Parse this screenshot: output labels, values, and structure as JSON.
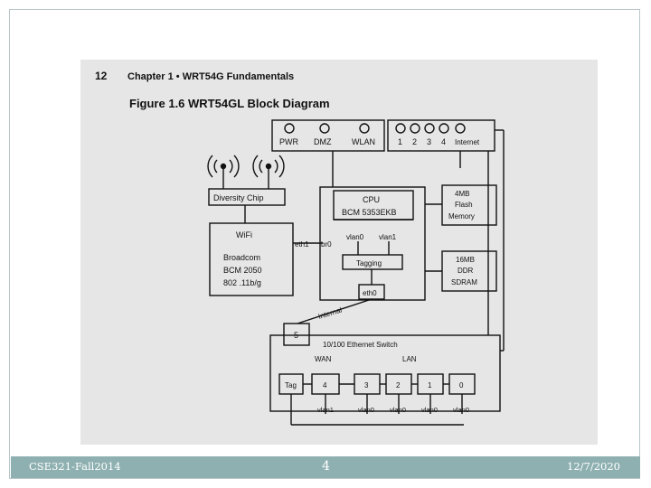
{
  "page_header": {
    "page_number": "12",
    "chapter": "Chapter 1 • WRT54G Fundamentals"
  },
  "figure": {
    "title": "Figure 1.6 WRT54GL Block Diagram",
    "front_panel": {
      "status_leds": [
        "PWR",
        "DMZ",
        "WLAN"
      ],
      "port_leds": [
        "1",
        "2",
        "3",
        "4",
        "Internet"
      ]
    },
    "diversity_chip": "Diversity Chip",
    "wifi": {
      "title": "WiFi",
      "lines": [
        "Broadcom",
        "BCM 2050",
        "802 .11b/g"
      ]
    },
    "cpu": {
      "lines": [
        "CPU",
        "BCM 5353EKB"
      ],
      "vlans": [
        "vlan0",
        "vlan1"
      ],
      "tagging": "Tagging",
      "eth0": "eth0"
    },
    "eth1_label": "eth1",
    "br0_label": "br0",
    "flash": [
      "4MB",
      "Flash",
      "Memory"
    ],
    "sdram": [
      "16MB",
      "DDR",
      "SDRAM"
    ],
    "internal_label": "Internal",
    "switch": {
      "cpu_port": "5",
      "title": "10/100 Ethernet Switch",
      "wan_label": "WAN",
      "lan_label": "LAN",
      "tag_label": "Tag",
      "ports": [
        "4",
        "3",
        "2",
        "1",
        "0"
      ],
      "vlans": [
        "vlan1",
        "vlan0",
        "vlan0",
        "vlan0",
        "vlan0"
      ]
    }
  },
  "footer": {
    "course": "CSE321-Fall2014",
    "slide_number": "4",
    "date": "12/7/2020"
  }
}
